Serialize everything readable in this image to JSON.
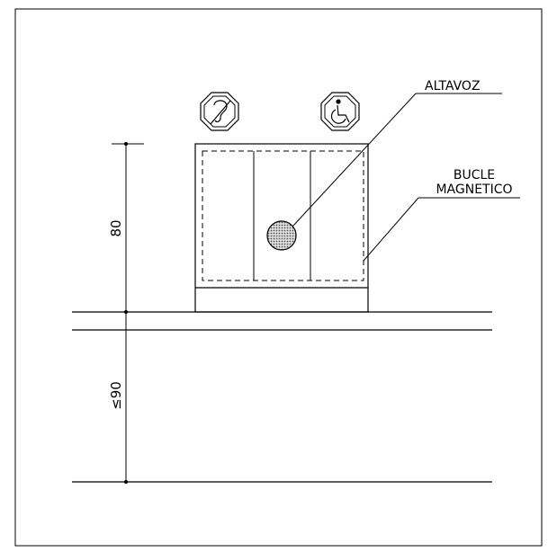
{
  "labels": {
    "speaker": "ALTAVOZ",
    "loop_line1": "BUCLE",
    "loop_line2": "MAGNETICO"
  },
  "dimensions": {
    "upper": "80",
    "lower": "≤90"
  },
  "symbols": {
    "hearing": "hearing-loop-icon",
    "wheelchair": "wheelchair-icon"
  },
  "colors": {
    "line": "#000000",
    "background": "#ffffff",
    "speaker_fill": "#999999"
  }
}
